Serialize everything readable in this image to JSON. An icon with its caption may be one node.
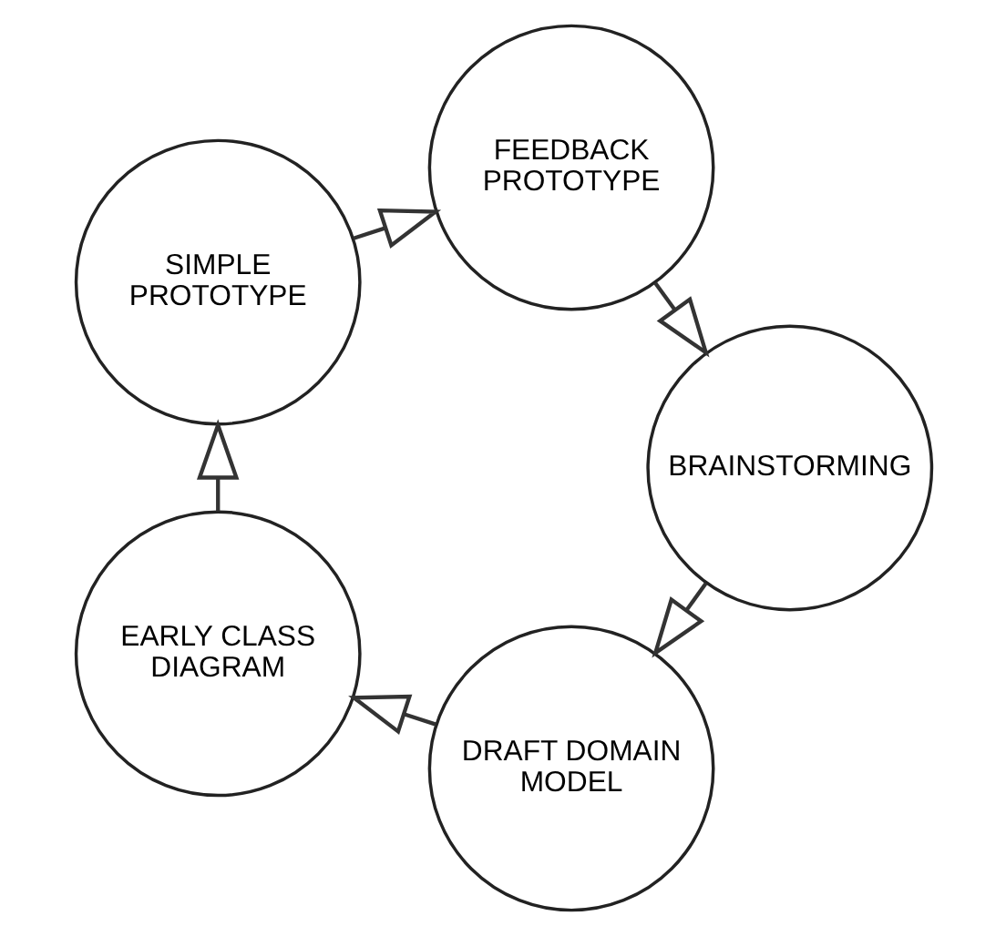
{
  "diagram": {
    "nodes": [
      {
        "text": [
          "DRAFT DOMAIN MODEL"
        ]
      },
      {
        "text": [
          "EARLY CLASS DIAGRAM"
        ]
      },
      {
        "text": [
          "SIMPLE PROTOTYPE"
        ]
      },
      {
        "text": [
          "BRAINSTORMING"
        ]
      },
      {
        "text": [
          "FEEDBACK PROTOTYPE"
        ]
      }
    ],
    "edges": [
      {
        "from": 0,
        "to": 1,
        "arrow": "to"
      },
      {
        "from": 1,
        "to": 2,
        "arrow": "to"
      },
      {
        "from": 2,
        "to": 4,
        "arrow": "to"
      },
      {
        "from": 4,
        "to": 3,
        "arrow": "to"
      },
      {
        "from": 3,
        "to": 0,
        "arrow": "to"
      }
    ]
  }
}
